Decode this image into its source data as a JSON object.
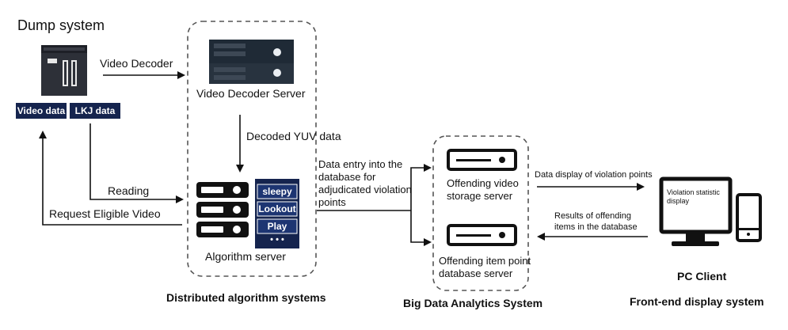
{
  "dump": {
    "title": "Dump system",
    "video_label": "Video data",
    "lkj_label": "LKJ data"
  },
  "algo": {
    "decoder_server": "Video Decoder Server",
    "server": "Algorithm server",
    "tags": [
      "sleepy",
      "Lookout",
      "Play"
    ],
    "tag_more": "• • •",
    "caption": "Distributed algorithm systems"
  },
  "bigdata": {
    "video_server": "Offending video storage server",
    "point_server": "Offending item point database server",
    "caption": "Big Data Analytics System"
  },
  "front": {
    "screen_text": "Violation statistic display",
    "client": "PC Client",
    "caption": "Front-end display system"
  },
  "edges": {
    "video_decoder": "Video Decoder",
    "decoded_yuv": "Decoded YUV data",
    "reading": "Reading",
    "request": "Request Eligible Video",
    "data_entry": "Data entry into the database for adjudicated violation points",
    "data_display": "Data display of violation points",
    "results": "Results of offending items in the database"
  },
  "colors": {
    "navy": "#15244e",
    "line": "#111111",
    "dash": "#555555"
  }
}
